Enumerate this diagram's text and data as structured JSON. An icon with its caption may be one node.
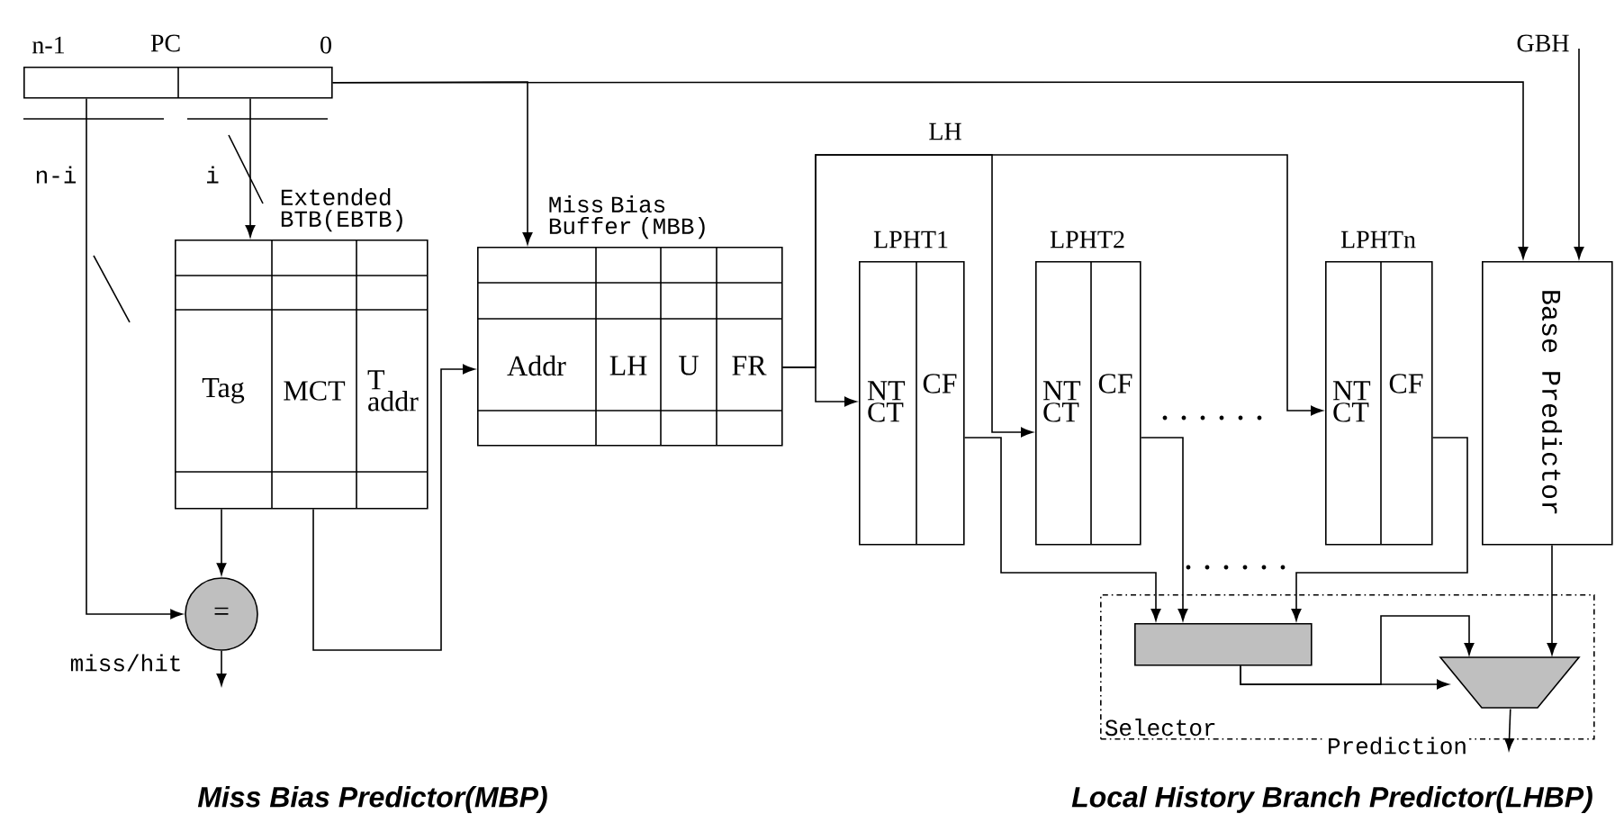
{
  "diagram": {
    "nodes": [
      {
        "text": [
          "PC"
        ],
        "beside": [
          "n-1",
          "0"
        ]
      },
      {
        "text": [
          "Extended BTB(EBTB)",
          "Tag",
          "MCT",
          "T addr"
        ]
      },
      {
        "text": [
          "="
        ]
      },
      {
        "text": [
          "Miss Bias Buffer (MBB)",
          "Addr",
          "LH",
          "U",
          "FR"
        ]
      },
      {
        "text": [
          "LPHT1",
          "NT CT",
          "CF"
        ]
      },
      {
        "text": [
          "LPHT2",
          "NT CT",
          "CF"
        ]
      },
      {
        "text": [
          "LPHTn",
          "NT CT",
          "CF"
        ]
      },
      {
        "text": [
          "Base Predictor"
        ]
      },
      {
        "text": [
          "Selector"
        ]
      },
      {
        "text": [],
        "shape": "box",
        "in": 8
      },
      {
        "text": [],
        "shape": "trapezoid",
        "in": 8
      }
    ],
    "edges": [
      {
        "from": 0,
        "to": 2,
        "arrow": "to",
        "label": "n-i"
      },
      {
        "from": 0,
        "to": 1,
        "arrow": "to",
        "label": "i"
      },
      {
        "from": 0,
        "to": 3,
        "arrow": "to"
      },
      {
        "from": 0,
        "to": 7,
        "arrow": "to"
      },
      {
        "from": null,
        "to": 7,
        "arrow": "to",
        "label": "GBH"
      },
      {
        "from": 1,
        "to": 2,
        "arrow": "to"
      },
      {
        "from": 1,
        "to": 3,
        "arrow": "to"
      },
      {
        "from": 2,
        "to": null,
        "arrow": "to",
        "label": "miss/hit"
      },
      {
        "from": 3,
        "to": 4,
        "arrow": "to"
      },
      {
        "from": 3,
        "to": 5,
        "arrow": "to",
        "label": "LH"
      },
      {
        "from": 3,
        "to": 6,
        "arrow": "to"
      },
      {
        "from": 4,
        "to": 9,
        "arrow": "to"
      },
      {
        "from": 5,
        "to": 9,
        "arrow": "to"
      },
      {
        "from": 6,
        "to": 9,
        "arrow": "to"
      },
      {
        "from": 7,
        "to": 10,
        "arrow": "to"
      },
      {
        "from": 9,
        "to": 10,
        "arrow": "to"
      },
      {
        "from": 9,
        "to": 10,
        "arrow": "to"
      },
      {
        "from": 10,
        "to": null,
        "arrow": "to",
        "label": "Prediction"
      }
    ],
    "labels": [
      "Miss Bias Predictor(MBP)",
      "Local History Branch Predictor(LHBP)"
    ]
  }
}
